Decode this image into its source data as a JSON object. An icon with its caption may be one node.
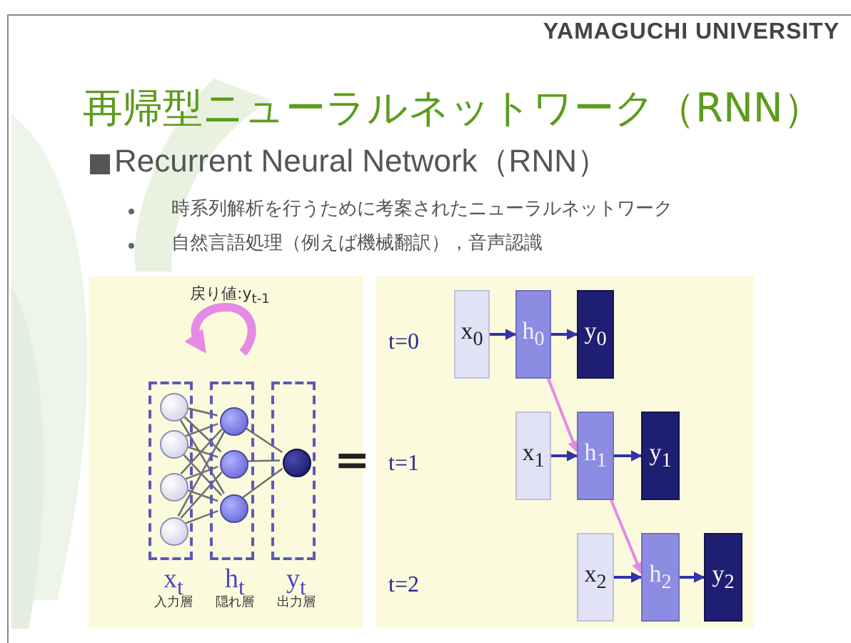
{
  "diagram": {
    "title": "再帰型ニューラルネットワーク（RNN）",
    "nodes": [
      {
        "text": [
          "x$_{t}$",
          "入力層"
        ]
      },
      {
        "text": [
          "h$_{t}$",
          "隠れ層"
        ]
      },
      {
        "text": [
          "y$_{t}$",
          "出力層"
        ]
      },
      {
        "text": [],
        "shape": "circle",
        "in": 0
      },
      {
        "text": [],
        "shape": "circle",
        "in": 0
      },
      {
        "text": [],
        "shape": "circle",
        "in": 0
      },
      {
        "text": [],
        "shape": "circle",
        "in": 0
      },
      {
        "text": [],
        "shape": "circle",
        "in": 1
      },
      {
        "text": [],
        "shape": "circle",
        "in": 1
      },
      {
        "text": [],
        "shape": "circle",
        "in": 1
      },
      {
        "text": [],
        "shape": "circle",
        "in": 2
      },
      {
        "text": [
          "x$_{0}$"
        ]
      },
      {
        "text": [
          "h$_{0}$"
        ]
      },
      {
        "text": [
          "y$_{0}$"
        ]
      },
      {
        "text": [
          "x$_{1}$"
        ]
      },
      {
        "text": [
          "h$_{1}$"
        ]
      },
      {
        "text": [
          "y$_{1}$"
        ]
      },
      {
        "text": [
          "x$_{2}$"
        ]
      },
      {
        "text": [
          "h$_{2}$"
        ]
      },
      {
        "text": [
          "y$_{2}$"
        ]
      }
    ],
    "edges": [
      {
        "from": 3,
        "to": 7,
        "arrow": "none"
      },
      {
        "from": 3,
        "to": 8,
        "arrow": "none"
      },
      {
        "from": 3,
        "to": 9,
        "arrow": "none"
      },
      {
        "from": 4,
        "to": 7,
        "arrow": "none"
      },
      {
        "from": 4,
        "to": 8,
        "arrow": "none"
      },
      {
        "from": 4,
        "to": 9,
        "arrow": "none"
      },
      {
        "from": 5,
        "to": 7,
        "arrow": "none"
      },
      {
        "from": 5,
        "to": 8,
        "arrow": "none"
      },
      {
        "from": 5,
        "to": 9,
        "arrow": "none"
      },
      {
        "from": 6,
        "to": 7,
        "arrow": "none"
      },
      {
        "from": 6,
        "to": 8,
        "arrow": "none"
      },
      {
        "from": 6,
        "to": 9,
        "arrow": "none"
      },
      {
        "from": 7,
        "to": 10,
        "arrow": "none"
      },
      {
        "from": 8,
        "to": 10,
        "arrow": "none"
      },
      {
        "from": 9,
        "to": 10,
        "arrow": "none"
      },
      {
        "from": 11,
        "to": 12,
        "arrow": "to",
        "color": "#3333aa"
      },
      {
        "from": 12,
        "to": 13,
        "arrow": "to",
        "color": "#3333aa"
      },
      {
        "from": 14,
        "to": 15,
        "arrow": "to",
        "color": "#3333aa"
      },
      {
        "from": 15,
        "to": 16,
        "arrow": "to",
        "color": "#3333aa"
      },
      {
        "from": 17,
        "to": 18,
        "arrow": "to",
        "color": "#3333aa"
      },
      {
        "from": 18,
        "to": 19,
        "arrow": "to",
        "color": "#3333aa"
      },
      {
        "from": 12,
        "to": 15,
        "arrow": "to",
        "color": "#e58ae5"
      },
      {
        "from": 15,
        "to": 18,
        "arrow": "to",
        "color": "#e58ae5"
      }
    ],
    "labels": [
      "YAMAGUCHI UNIVERSITY",
      "Recurrent Neural Network（RNN）",
      "時系列解析を行うために考案されたニューラルネットワーク",
      "自然言語処理（例えば機械翻訳），音声認識",
      "戻り値:y$_{t-1}$",
      "=",
      "t=0",
      "t=1",
      "t=2"
    ]
  }
}
